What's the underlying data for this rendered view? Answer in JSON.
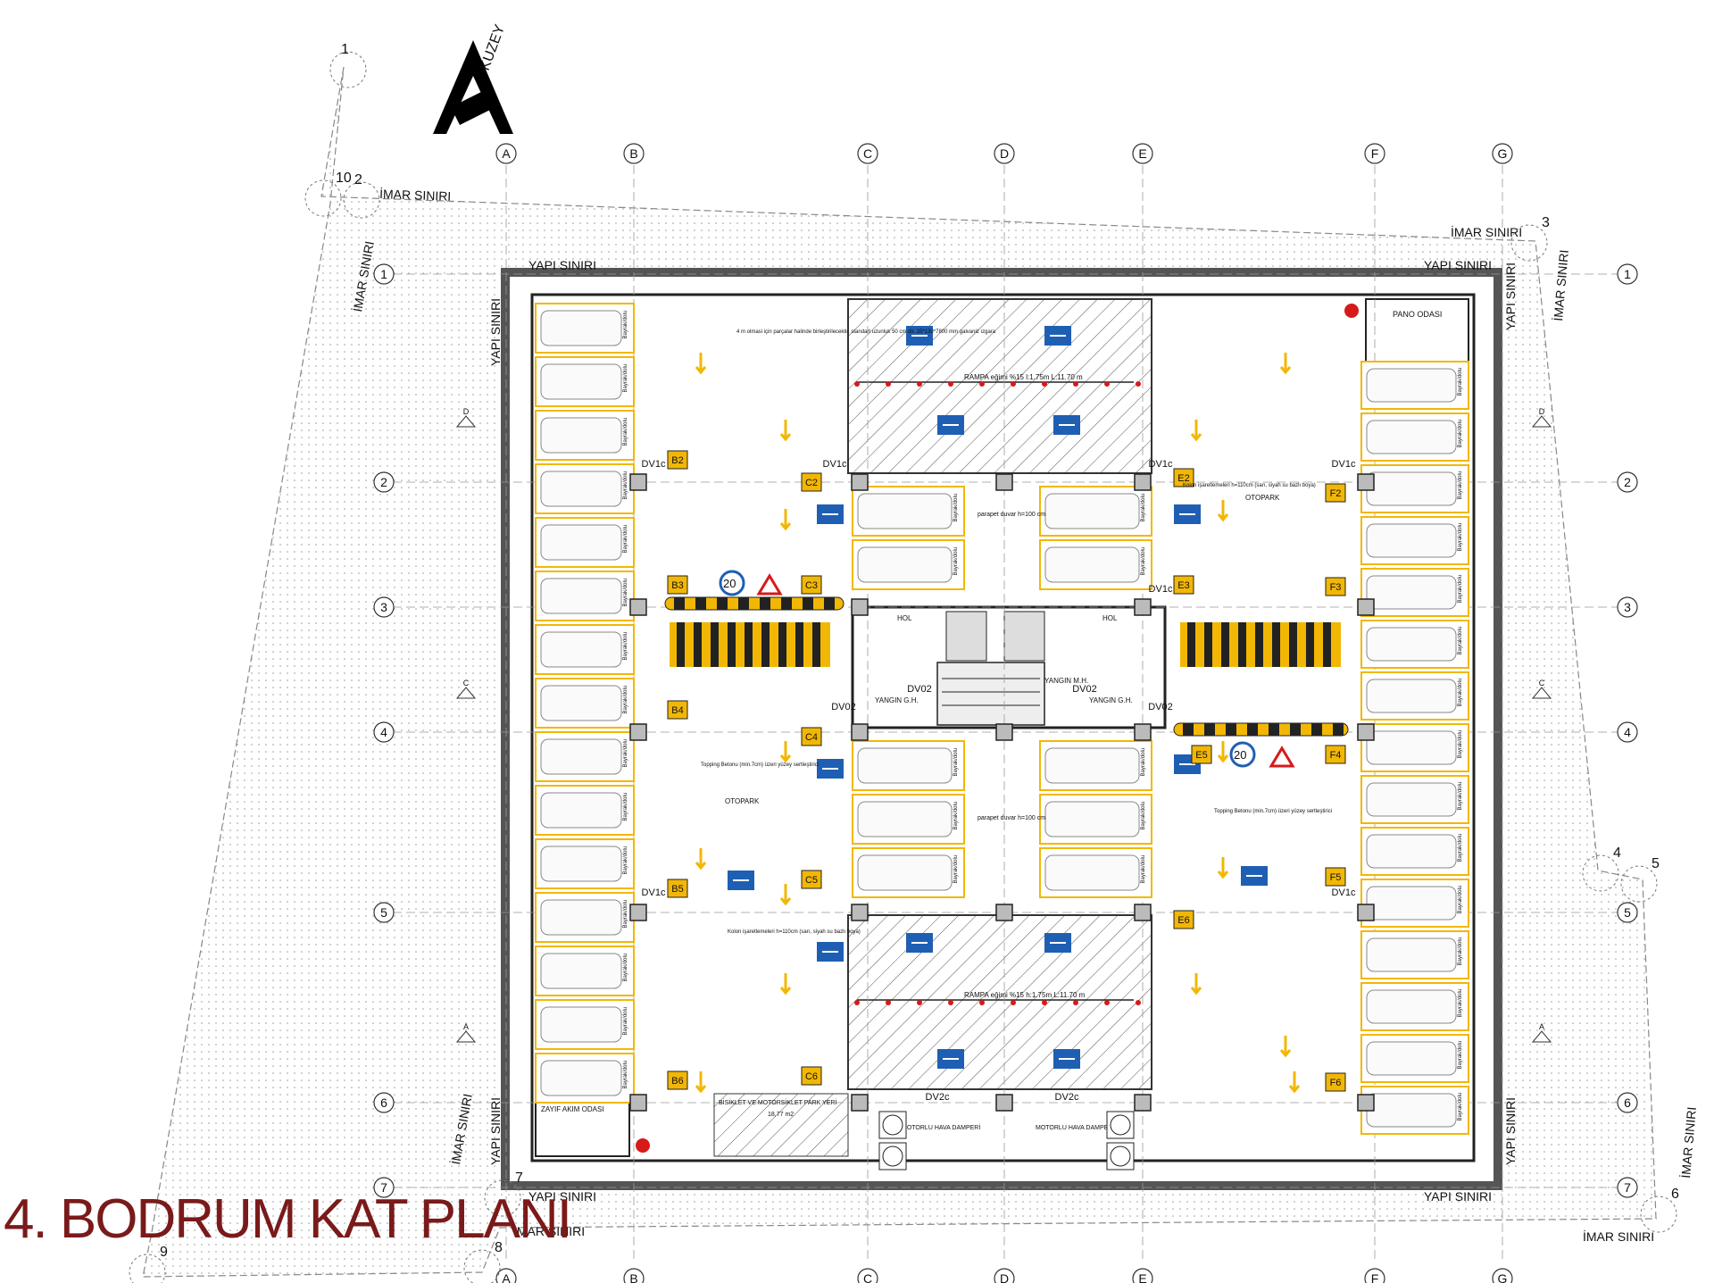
{
  "title": "4. BODRUM KAT PLANI",
  "north_label": "KUZEY",
  "grid_columns": [
    "A",
    "B",
    "C",
    "D",
    "E",
    "F",
    "G"
  ],
  "grid_rows": [
    "1",
    "2",
    "3",
    "4",
    "5",
    "6",
    "7"
  ],
  "boundary_labels": {
    "imar": "İMAR SINIRI",
    "yapi": "YAPI SINIRI"
  },
  "corner_points": [
    "1",
    "2",
    "3",
    "4",
    "5",
    "6",
    "7",
    "8",
    "9",
    "10"
  ],
  "parking_zones": [
    "B2",
    "B3",
    "B4",
    "B5",
    "B6",
    "C2",
    "C3",
    "C4",
    "C5",
    "C6",
    "E2",
    "E3",
    "E5",
    "E6",
    "F2",
    "F3",
    "F4",
    "F5",
    "F6"
  ],
  "door_tags": [
    "DV1c",
    "DV1c",
    "DV1c",
    "DV1c",
    "DV1c",
    "DV1c",
    "DV1c",
    "DV02",
    "DV02",
    "DV02",
    "DV02",
    "DV2c",
    "DV2c"
  ],
  "ramp_top_label": "RAMPA eğimi %15 l:1.75m  L:11.70 m",
  "ramp_bottom_label": "RAMPA eğimi %15 h:1.75m  L:11.70 m",
  "rooms": {
    "pano": "PANO ODASI",
    "zayif_akim": "ZAYIF AKIM ODASI",
    "bisiklet": "BİSİKLET VE MOTORSİKLET PARK YERİ",
    "bisiklet_area": "18,77 m2",
    "hol_left": "HOL",
    "hol_right": "HOL",
    "yangin_left": "YANGIN G.H.",
    "yangin_right": "YANGIN G.H.",
    "yangin_mid": "YANGIN M.H.",
    "otopark_left": "OTOPARK",
    "otopark_right": "OTOPARK",
    "damper_left": "MOTORLU HAVA DAMPERİ",
    "damper_right": "MOTORLU HAVA DAMPERİ"
  },
  "notes": {
    "parapet": "parapet duvar h=100 cm",
    "topping": "Topping Betonu (min.7cm) üzeri yüzey sertleştirici",
    "kolon": "Kolon işaretlemeleri h=110cm (sarı, siyah su bazlı boya)",
    "grate": "4 m olmasi için parçalar halinde birleştirilecektir. standart uzunluk 50 cm dir. 25*130*7800 mm galvaniz ızgara",
    "speed": "20",
    "space_label": "Bayrak/dolu"
  },
  "section_marks": [
    "D",
    "C",
    "A",
    "D",
    "C",
    "A"
  ],
  "colors": {
    "title": "#7a1a1a",
    "line_yellow": "#f2b705",
    "stop_red": "#d61a1a",
    "sign_blue": "#1f5fb3",
    "hatch": "#444444"
  }
}
